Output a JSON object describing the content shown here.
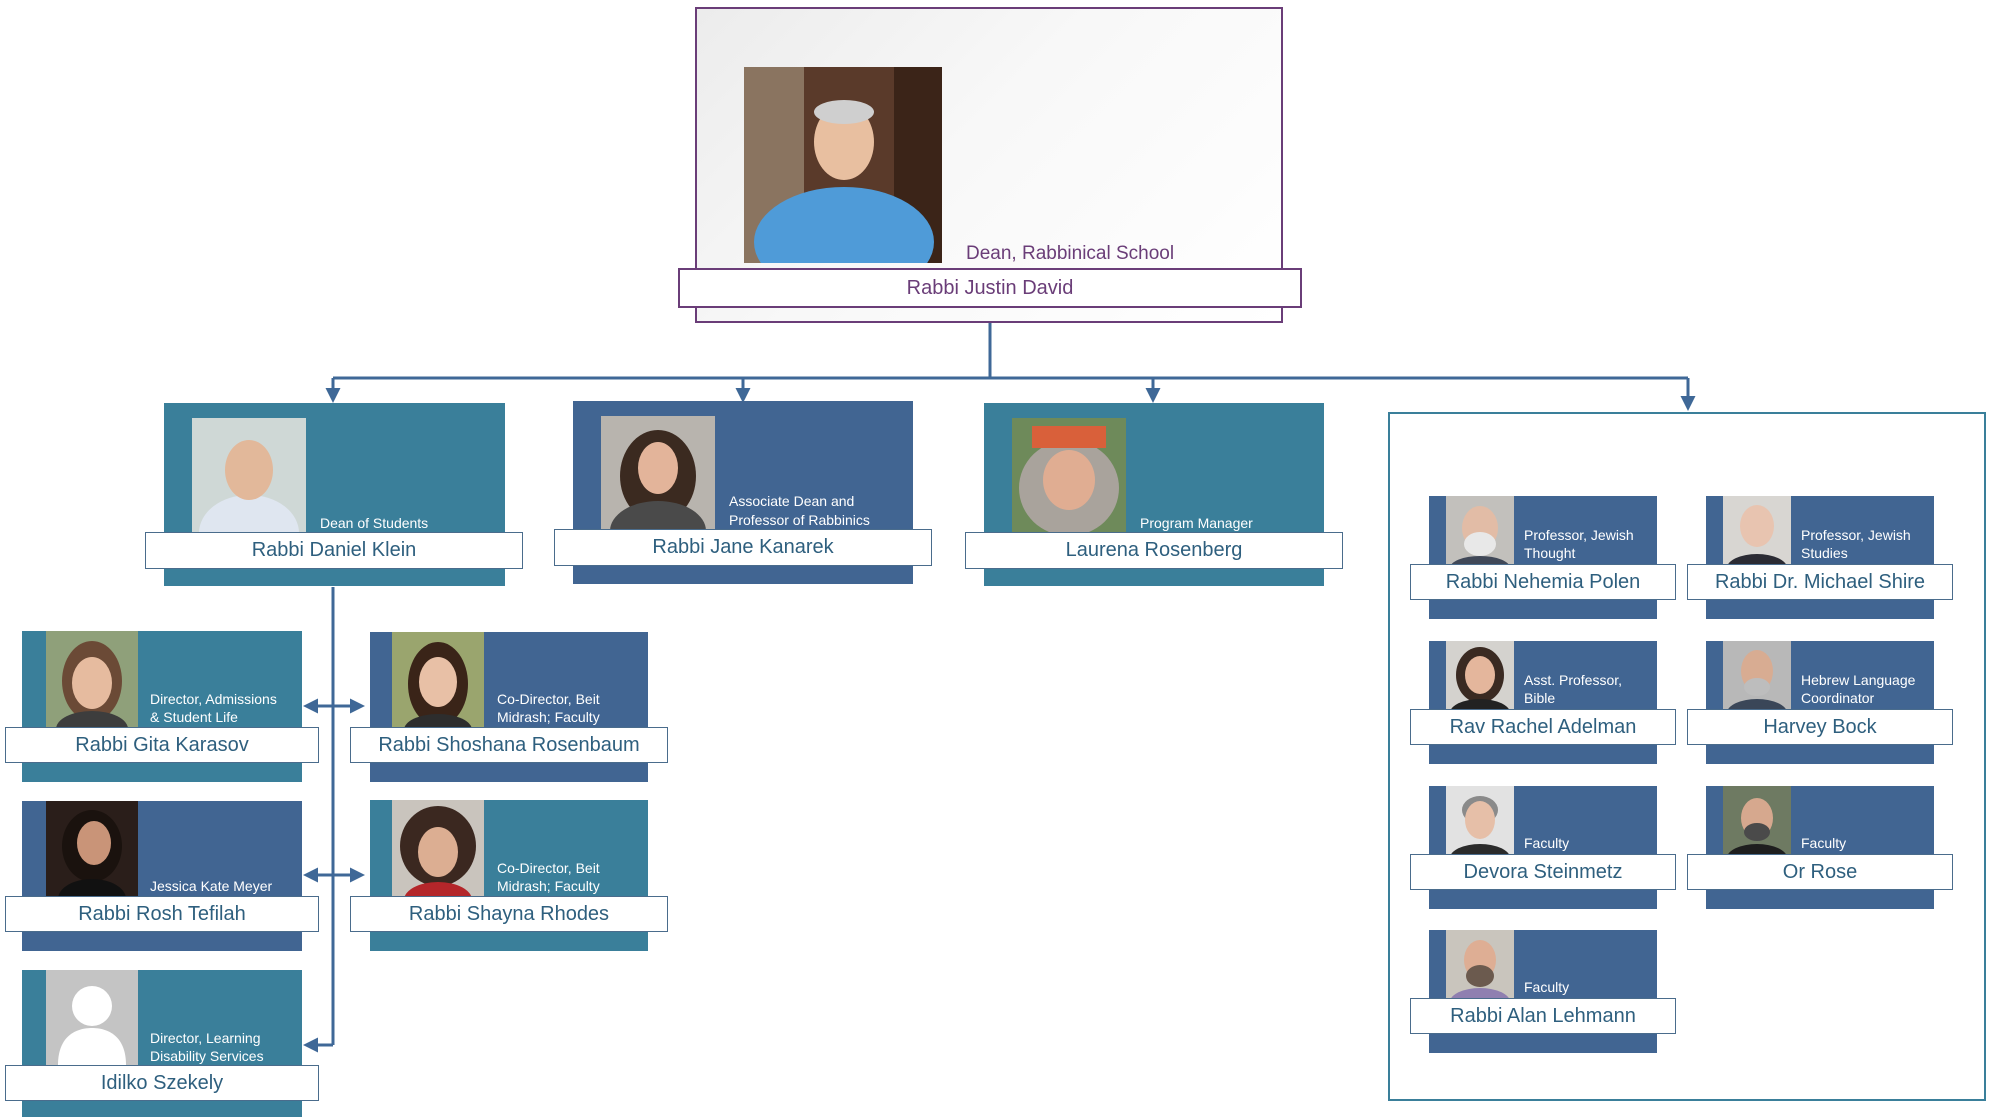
{
  "colors": {
    "teal": "#3a7f9a",
    "blue": "#416592",
    "root_border": "#6a3d78",
    "connector": "#3f6897",
    "name_text": "#2e5f7e"
  },
  "root": {
    "name": "Rabbi Justin David",
    "title": "Dean, Rabbinical School"
  },
  "level2": [
    {
      "name": "Rabbi Daniel Klein",
      "title": "Dean of Students"
    },
    {
      "name": "Rabbi Jane Kanarek",
      "title_line1": "Associate Dean and",
      "title_line2": "Professor of Rabbinics"
    },
    {
      "name": "Laurena Rosenberg",
      "title": "Program Manager"
    }
  ],
  "students": [
    {
      "name": "Rabbi Gita Karasov",
      "title_line1": "Director, Admissions",
      "title_line2": "& Student Life"
    },
    {
      "name": "Rabbi Shoshana Rosenbaum",
      "title_line1": "Co-Director, Beit",
      "title_line2": "Midrash; Faculty"
    },
    {
      "name": "Rabbi Rosh Tefilah",
      "title": "Jessica Kate Meyer"
    },
    {
      "name": "Rabbi Shayna Rhodes",
      "title_line1": "Co-Director, Beit",
      "title_line2": "Midrash; Faculty"
    },
    {
      "name": "Idilko Szekely",
      "title_line1": "Director, Learning",
      "title_line2": "Disability Services"
    }
  ],
  "faculty": [
    {
      "name": "Rabbi Nehemia Polen",
      "title_line1": "Professor, Jewish",
      "title_line2": "Thought"
    },
    {
      "name": "Rabbi Dr. Michael Shire",
      "title_line1": "Professor, Jewish",
      "title_line2": "Studies"
    },
    {
      "name": "Rav Rachel Adelman",
      "title_line1": "Asst. Professor,",
      "title_line2": "Bible"
    },
    {
      "name": "Harvey Bock",
      "title_line1": "Hebrew Language",
      "title_line2": "Coordinator"
    },
    {
      "name": "Devora Steinmetz",
      "title": "Faculty"
    },
    {
      "name": "Or Rose",
      "title": "Faculty"
    },
    {
      "name": "Rabbi Alan Lehmann",
      "title": "Faculty"
    }
  ]
}
